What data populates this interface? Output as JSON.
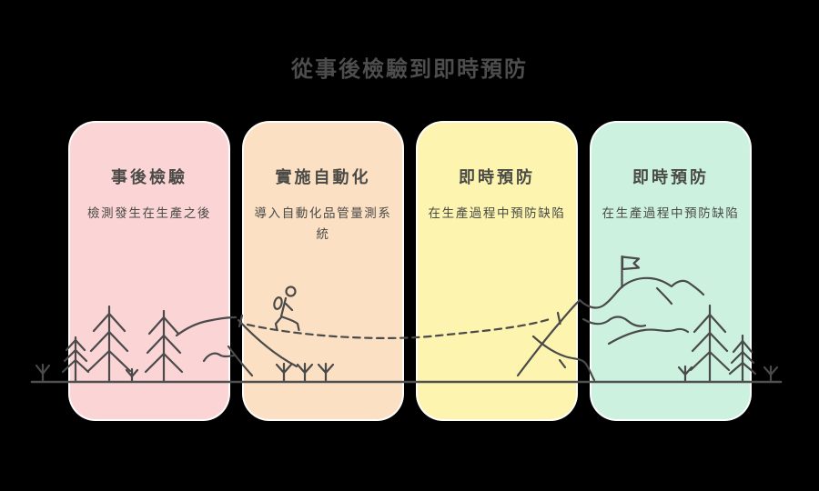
{
  "page": {
    "background": "#000000"
  },
  "header": {
    "title": "從事後檢驗到即時預防"
  },
  "stages": [
    {
      "title": "事後檢驗",
      "description": "檢測發生在生產之後",
      "color": "#FBD4D6"
    },
    {
      "title": "實施自動化",
      "description": "導入自動化品管量測系統",
      "color": "#FCE0C4"
    },
    {
      "title": "即時預防",
      "description": "在生產過程中預防缺陷",
      "color": "#FCF4AF"
    },
    {
      "title": "即時預防",
      "description": "在生產過程中預防缺陷",
      "color": "#CCF1DF"
    }
  ],
  "illustration": {
    "stroke_color": "#4a4a4a",
    "ground_color": "#4f4f4f",
    "card_border_color": "#ffffff",
    "elements": [
      "pine-trees",
      "saplings",
      "rolling-hills",
      "hiker",
      "dashed-trail",
      "mountain",
      "summit-flag",
      "ground-line"
    ]
  }
}
